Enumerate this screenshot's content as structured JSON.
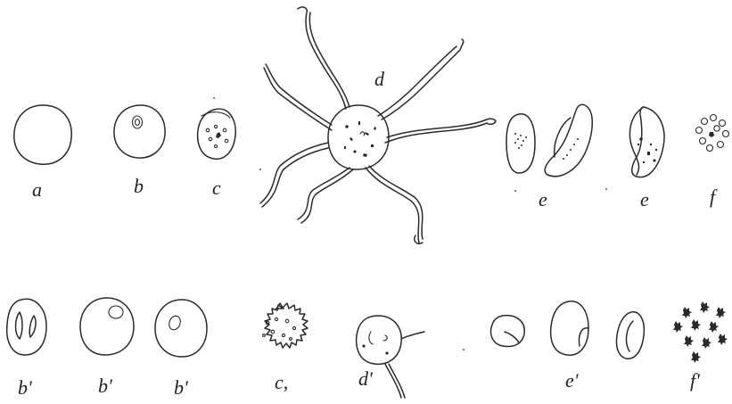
{
  "labels": {
    "a": "a",
    "b": "b",
    "c": "c",
    "d": "d",
    "e1": "e",
    "e2": "e",
    "f": "f",
    "b1": "b'",
    "b2": "b'",
    "b3": "b'",
    "c1": "c,",
    "d1": "d'",
    "e3": "e'",
    "f1": "f'"
  }
}
